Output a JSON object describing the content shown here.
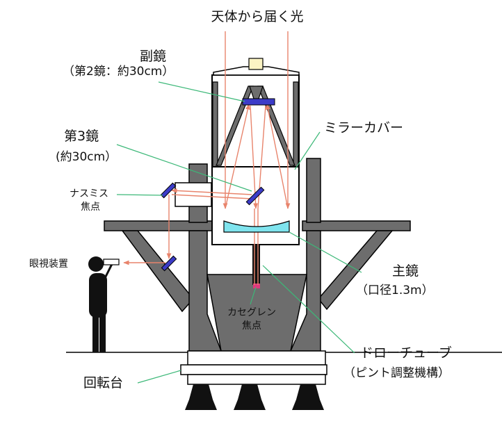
{
  "labels": {
    "incoming_light": "天体から届く光",
    "secondary_mirror": "副鏡",
    "secondary_mirror_detail": "（第2鏡：約30cm）",
    "tertiary_mirror": "第3鏡",
    "tertiary_mirror_detail": "(約30cm）",
    "mirror_cover": "ミラーカバー",
    "nasmyth_focus_1": "ナスミス",
    "nasmyth_focus_2": "焦点",
    "eyepiece": "眼視装置",
    "primary_mirror": "主鏡",
    "primary_mirror_detail": "（口径1.3m）",
    "cassegrain_focus_1": "カセグレン",
    "cassegrain_focus_2": "焦点",
    "draw_tube": "ドローチューブ",
    "draw_tube_detail": "（ピント調整機構）",
    "turntable": "回転台"
  },
  "colors": {
    "structure": "#6d6d6d",
    "outline": "#000000",
    "light_ray": "#e8846c",
    "leader_line": "#3cb878",
    "mirror_blue": "#3c3cc8",
    "primary_mirror_fill": "#7fe4ee",
    "focus_pink": "#e0387c",
    "camera_box": "#fbf4c4"
  }
}
